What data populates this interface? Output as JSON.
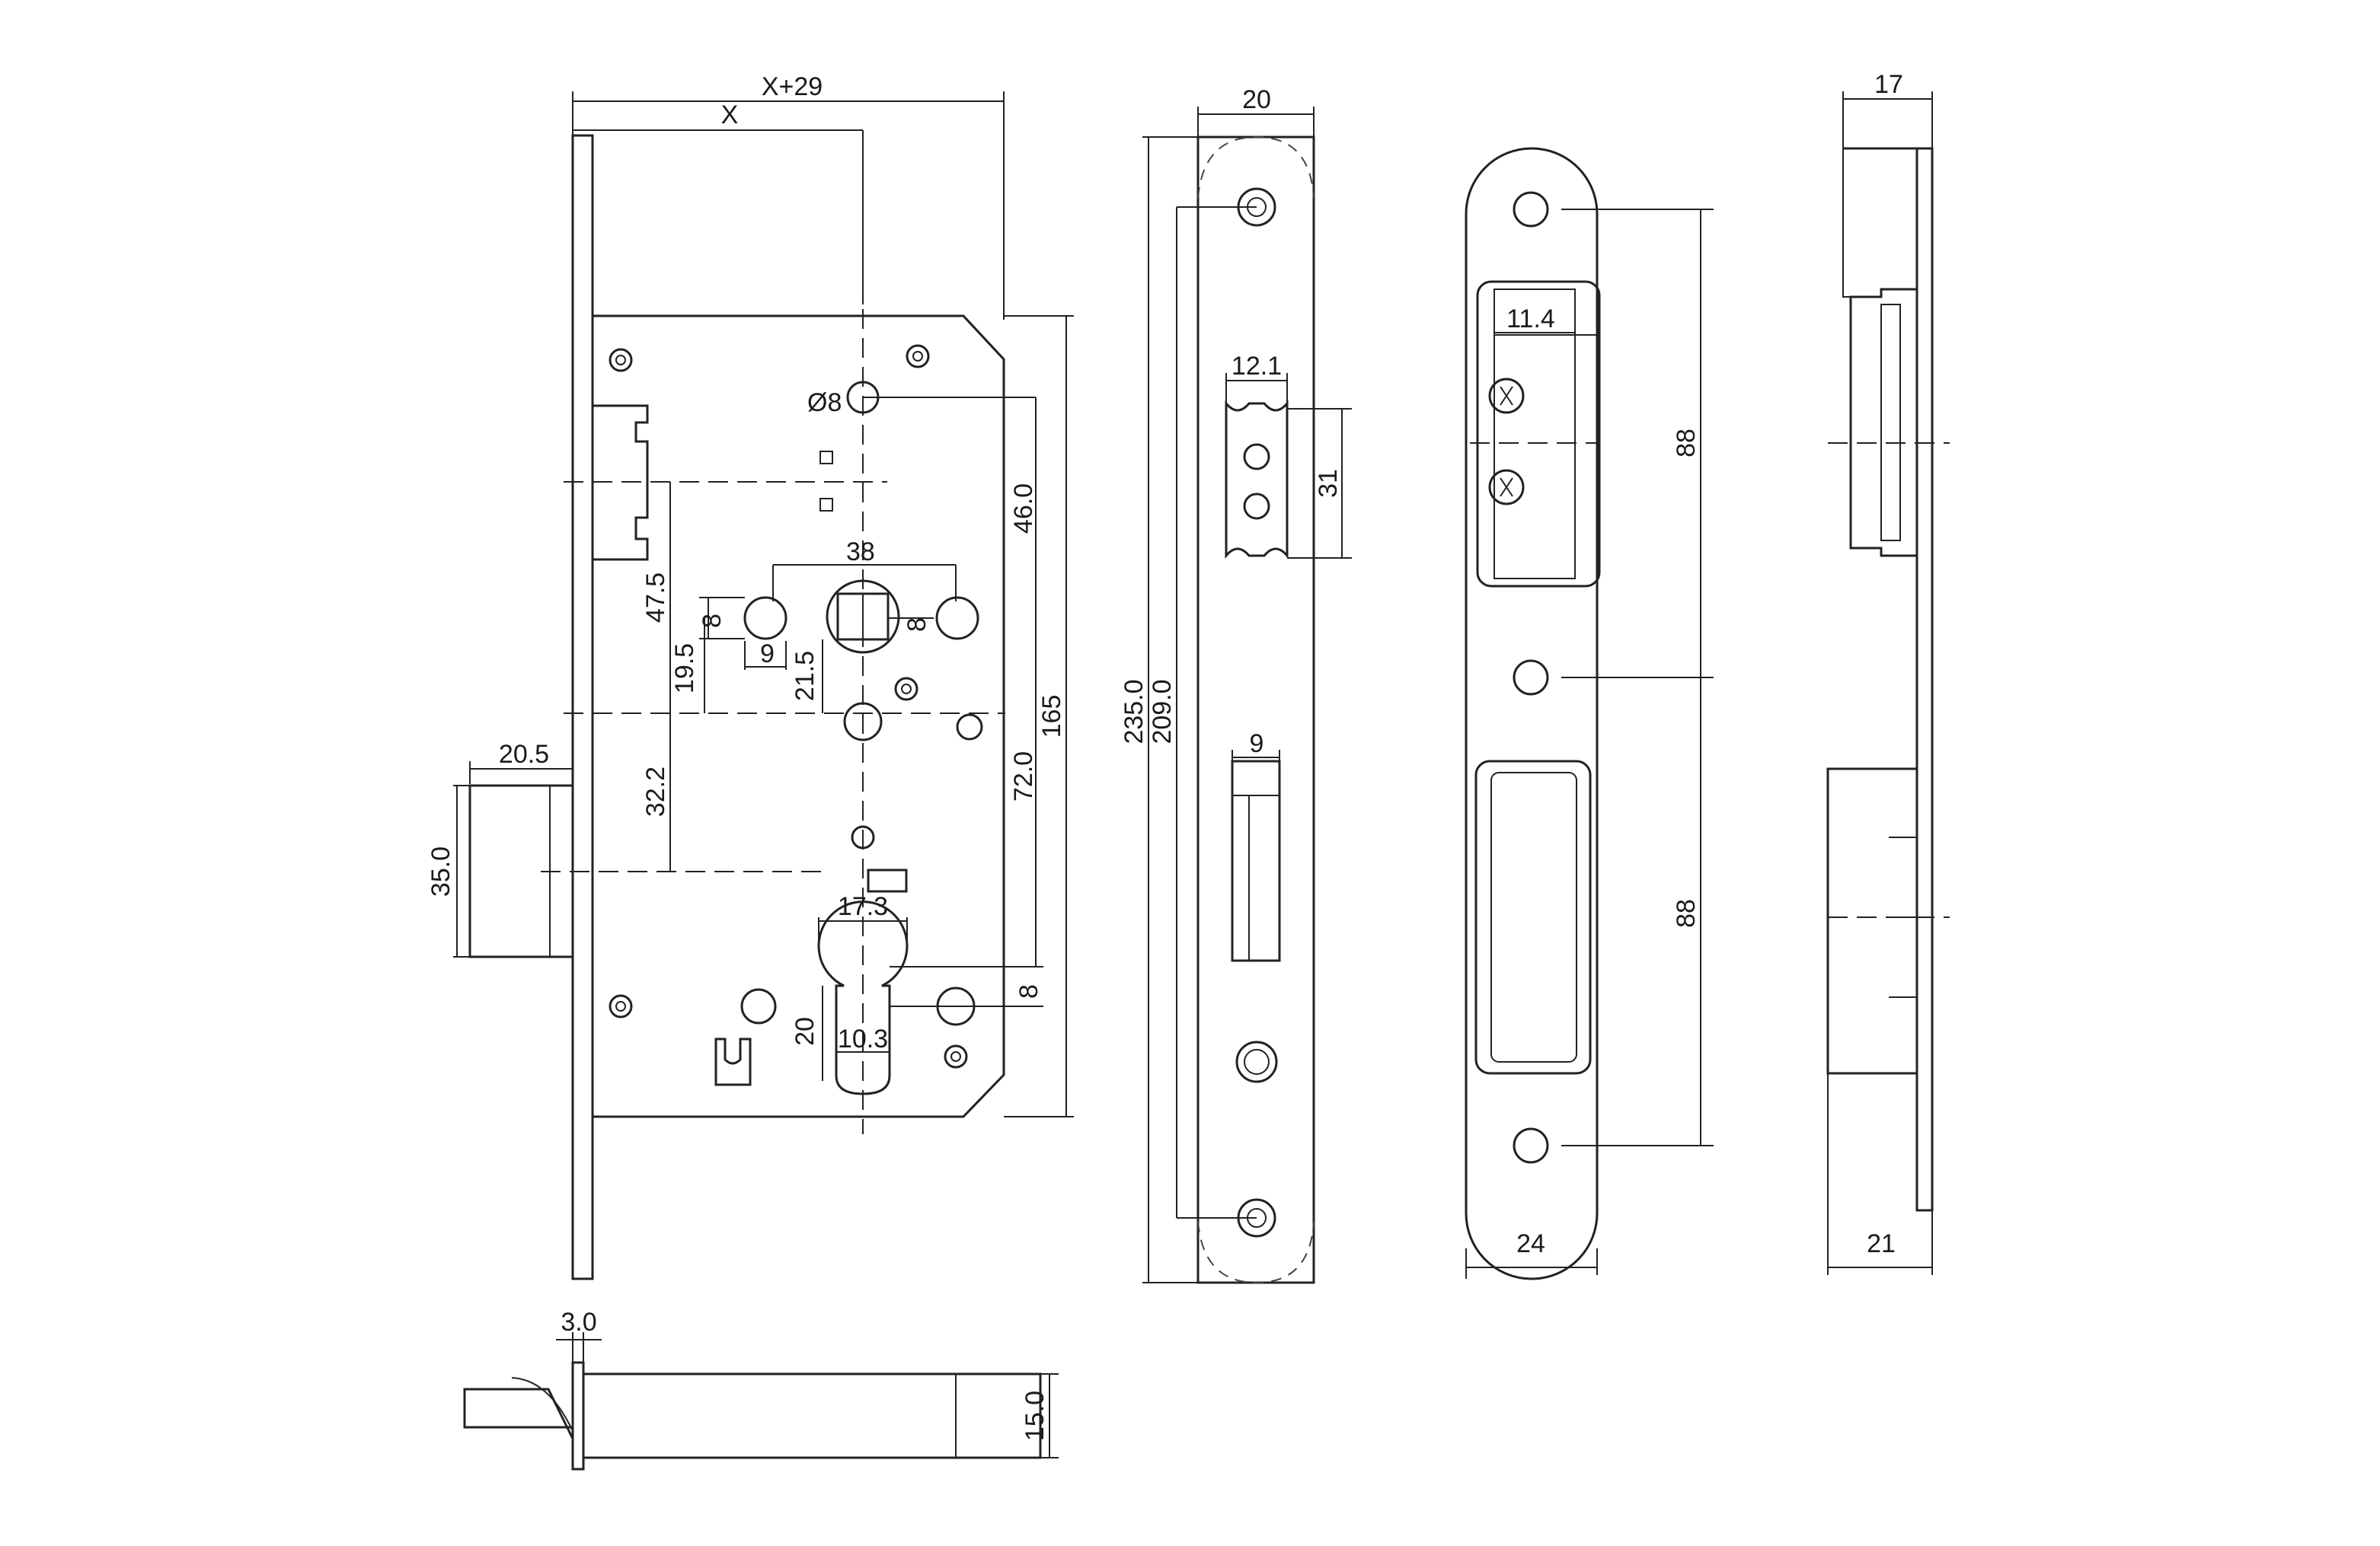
{
  "colors": {
    "line": "#222222",
    "background": "#ffffff"
  },
  "dimensions": {
    "x_plus_29": "X+29",
    "x": "X",
    "dia8": "Ø8",
    "d46": "46.0",
    "d38": "38",
    "d47_5": "47.5",
    "d8_left": "8",
    "d8_right": "8",
    "d9_hole": "9",
    "d19_5": "19.5",
    "d21_5": "21.5",
    "d165": "165",
    "d20_5": "20.5",
    "d32_2": "32.2",
    "d72": "72.0",
    "d35": "35.0",
    "d17_3": "17.3",
    "d8_cyl": "8",
    "d20_cyl": "20",
    "d10_3": "10.3",
    "d3": "3.0",
    "d15": "15.0",
    "d20_face": "20",
    "d12_1": "12.1",
    "d31": "31",
    "d235": "235.0",
    "d209": "209.0",
    "d9_slot": "9",
    "d11_4": "11.4",
    "d88_top": "88",
    "d88_bottom": "88",
    "d24": "24",
    "d17_side": "17",
    "d21_side": "21"
  }
}
